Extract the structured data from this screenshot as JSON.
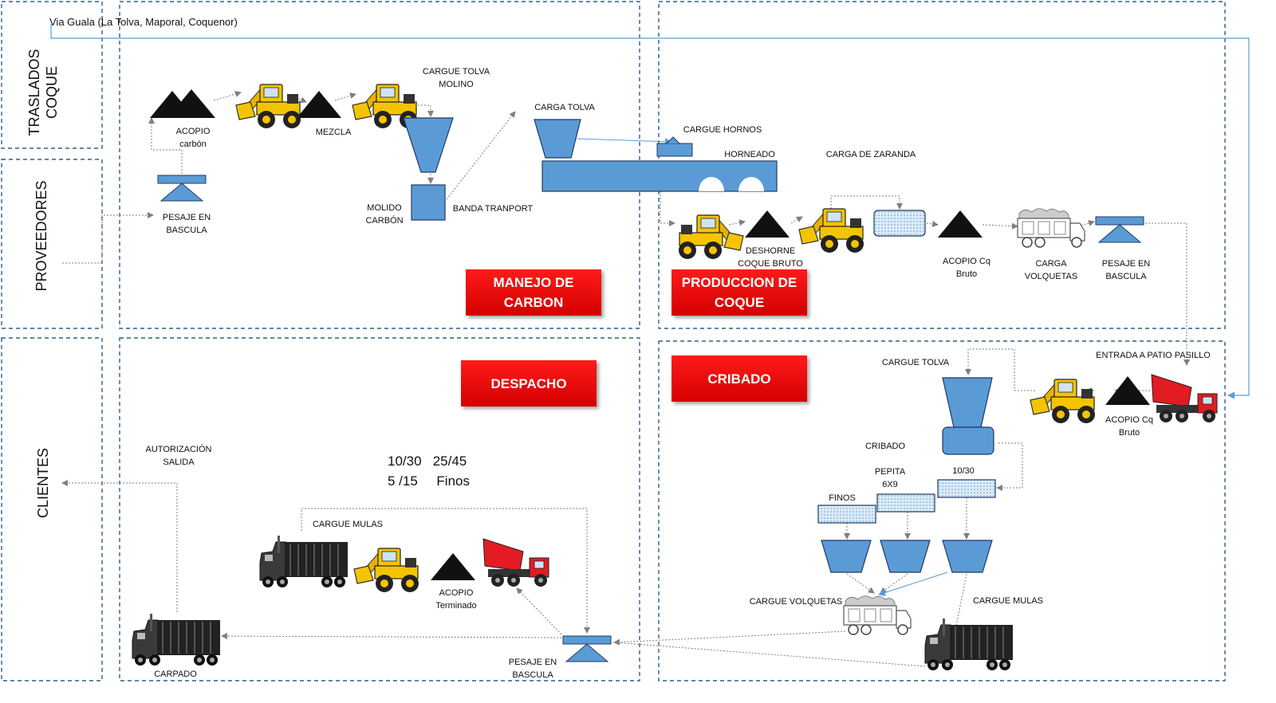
{
  "route_label": "Via Guala (La Tolva, Maporal, Coquenor)",
  "lanes": {
    "traslados": "TRASLADOS COQUE",
    "proveedores": "PROVEEDORES",
    "clientes": "CLIENTES"
  },
  "sections": {
    "manejo": "MANEJO DE CARBON",
    "produccion": "PRODUCCION DE COQUE",
    "despacho": "DESPACHO",
    "cribado": "CRIBADO"
  },
  "labels": {
    "acopio_carbon": "ACOPIO carbón",
    "pesaje_bascula_1": "PESAJE EN BASCULA",
    "mezcla": "MEZCLA",
    "cargue_tolva_molino": "CARGUE TOLVA MOLINO",
    "molido_carbon": "MOLIDO CARBÓN",
    "banda_transport": "BANDA TRANPORT",
    "carga_tolva": "CARGA TOLVA",
    "cargue_hornos": "CARGUE HORNOS",
    "horneado": "HORNEADO",
    "carga_zaranda": "CARGA DE ZARANDA",
    "deshorne": "DESHORNE COQUE BRUTO",
    "acopio_cq_bruto_1": "ACOPIO Cq Bruto",
    "carga_volquetas": "CARGA VOLQUETAS",
    "pesaje_bascula_2": "PESAJE EN BASCULA",
    "entrada_patio": "ENTRADA A  PATIO PASILLO",
    "cargue_tolva": "CARGUE TOLVA",
    "acopio_cq_bruto_2": "ACOPIO Cq Bruto",
    "cribado_lbl": "CRIBADO",
    "pepita": "PEPITA 6X9",
    "g1030": "10/30",
    "finos": "FINOS",
    "cargue_volquetas": "CARGUE VOLQUETAS",
    "cargue_mulas_1": "CARGUE MULAS",
    "autorizacion": "AUTORIZACIÓN SALIDA",
    "cargue_mulas_2": "CARGUE MULAS",
    "acopio_terminado": "ACOPIO Terminado",
    "pesaje_bascula_3": "PESAJE EN BASCULA",
    "carpado": "CARPADO"
  },
  "grades": {
    "line1": "10/30   25/45",
    "line2": "5 /15     Finos"
  },
  "colors": {
    "equipment_blue": "#5b9bd5",
    "equipment_stroke": "#1f3864",
    "banner_red": "#e60000",
    "lane_border": "#2e5f8a",
    "arrow_gray": "#7f7f7f",
    "arrow_blue": "#5b9bd5",
    "pile_black": "#111111",
    "loader_yellow": "#f5c400"
  }
}
